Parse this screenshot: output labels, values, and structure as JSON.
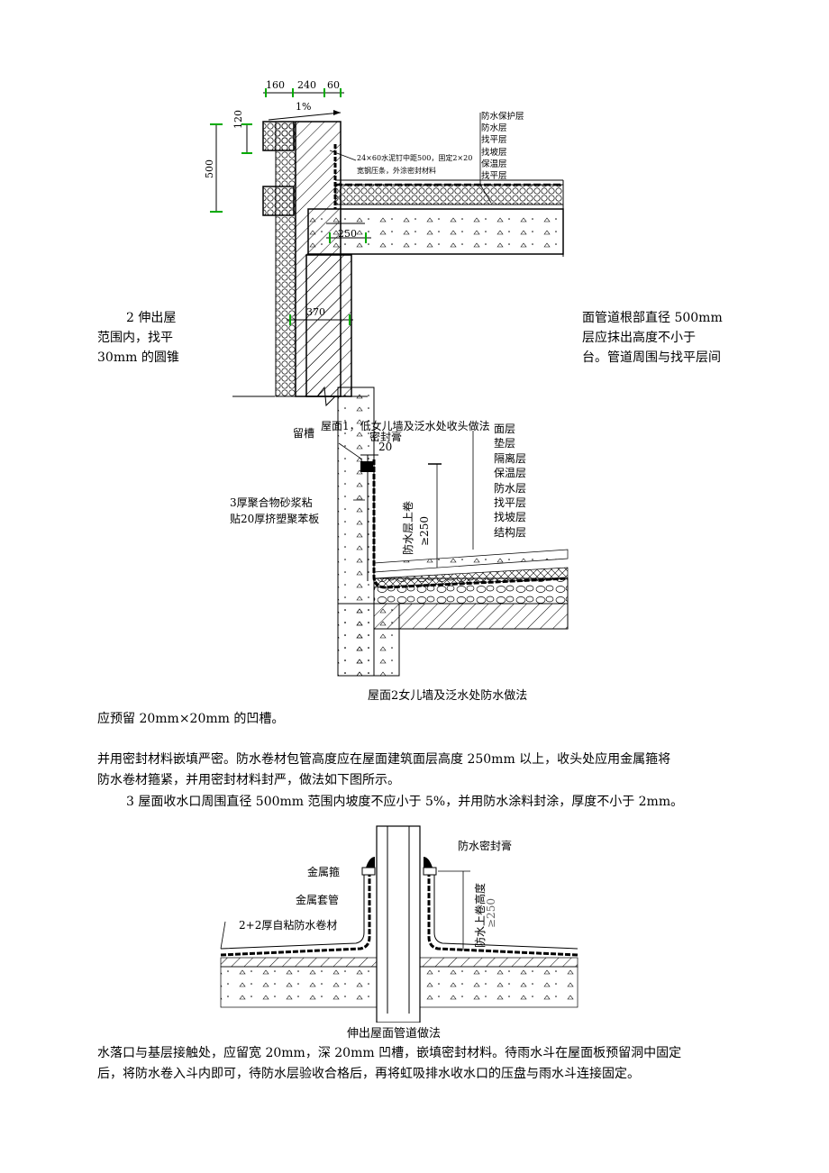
{
  "fig1": {
    "dims": {
      "d160": "160",
      "d240": "240",
      "d60": "60",
      "d120": "120",
      "d500": "500",
      "d250": "250",
      "d370": "370"
    },
    "slope": "1%",
    "note_line1": "24×60水泥钉中距500，固定2×20",
    "note_line2": "宽钢压条，外涂密封材料",
    "layers": [
      "防水保护层",
      "防水层",
      "找平层",
      "找坡层",
      "保温层",
      "找平层"
    ],
    "caption": "屋面1，低女儿墙及泛水处收头做法"
  },
  "fig2": {
    "label_groove": "留槽",
    "label_sealant": "密封膏",
    "dim_20": "20",
    "dim_vert": "≥250",
    "label_up": "防水层上卷",
    "label_board_1": "3厚聚合物砂浆粘",
    "label_board_2": "贴20厚挤塑聚苯板",
    "layers": [
      "面层",
      "垫层",
      "隔离层",
      "保温层",
      "防水层",
      "找平层",
      "找坡层",
      "结构层"
    ],
    "caption": "屋面2女儿墙及泛水处防水做法"
  },
  "fig3": {
    "label_sealant": "防水密封膏",
    "label_hoop": "金属箍",
    "label_sleeve": "金属套管",
    "label_membrane": "2+2厚自粘防水卷材",
    "label_up": "防水上卷高度",
    "dim": "≥250",
    "caption": "伸出屋面管道做法"
  },
  "text": {
    "wrap_left_1": "2 伸出屋",
    "wrap_left_2": "范围内，找平",
    "wrap_left_3": "30mm 的圆锥",
    "wrap_right_1": "面管道根部直径 500mm",
    "wrap_right_2": "层应抹出高度不小于",
    "wrap_right_3": "台。管道周围与找平层间",
    "line_a": "应预留 20mm×20mm 的凹槽。",
    "line_b": "并用密封材料嵌填严密。防水卷材包管高度应在屋面建筑面层高度 250mm 以上，收头处应用金属箍将",
    "line_c": "防水卷材箍紧，并用密封材料封严，做法如下图所示。",
    "line_d": "3 屋面收水口周围直径 500mm 范围内坡度不应小于 5%，并用防水涂料封涂，厚度不小于 2mm。",
    "line_e": "水落口与基层接触处，应留宽 20mm，深 20mm 凹槽，嵌填密封材料。待雨水斗在屋面板预留洞中固定",
    "line_f": "后，将防水卷入斗内即可，待防水层验收合格后，再将虹吸排水收水口的压盘与雨水斗连接固定。"
  }
}
